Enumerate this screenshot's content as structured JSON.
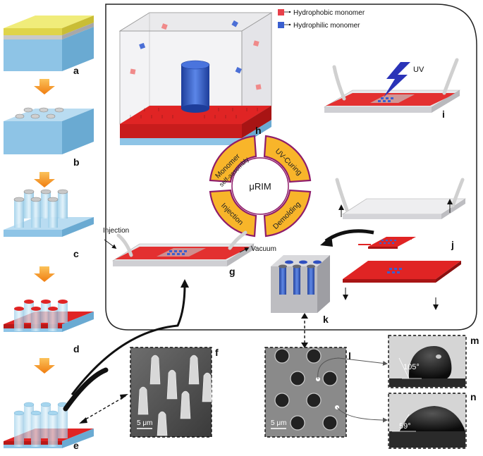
{
  "legend": {
    "hydrophobic": {
      "label": "Hydrophobic  monomer",
      "color": "#e8404a"
    },
    "hydrophilic": {
      "label": "Hydrophilic monomer",
      "color": "#3a5fcf"
    }
  },
  "cycle": {
    "center": "μRIM",
    "steps": [
      {
        "line1": "Monomer",
        "line2": "self-assembly"
      },
      {
        "line1": "UV-Curing",
        "line2": ""
      },
      {
        "line1": "Demolding",
        "line2": ""
      },
      {
        "line1": "Injection",
        "line2": ""
      }
    ]
  },
  "annotations": {
    "uv": "UV",
    "injection": "Injection",
    "vacuum": "Vacuum",
    "scale_f": "5 μm",
    "scale_l": "5 μm",
    "angle_m": "105°",
    "angle_n": "59°"
  },
  "panels": [
    "a",
    "b",
    "c",
    "d",
    "e",
    "f",
    "g",
    "h",
    "i",
    "j",
    "k",
    "l",
    "m",
    "n"
  ],
  "colors": {
    "substrate": "#8ec4e6",
    "red": "#e02424",
    "arrow": "#f49a1c",
    "yellow": "#e6dc4a"
  }
}
